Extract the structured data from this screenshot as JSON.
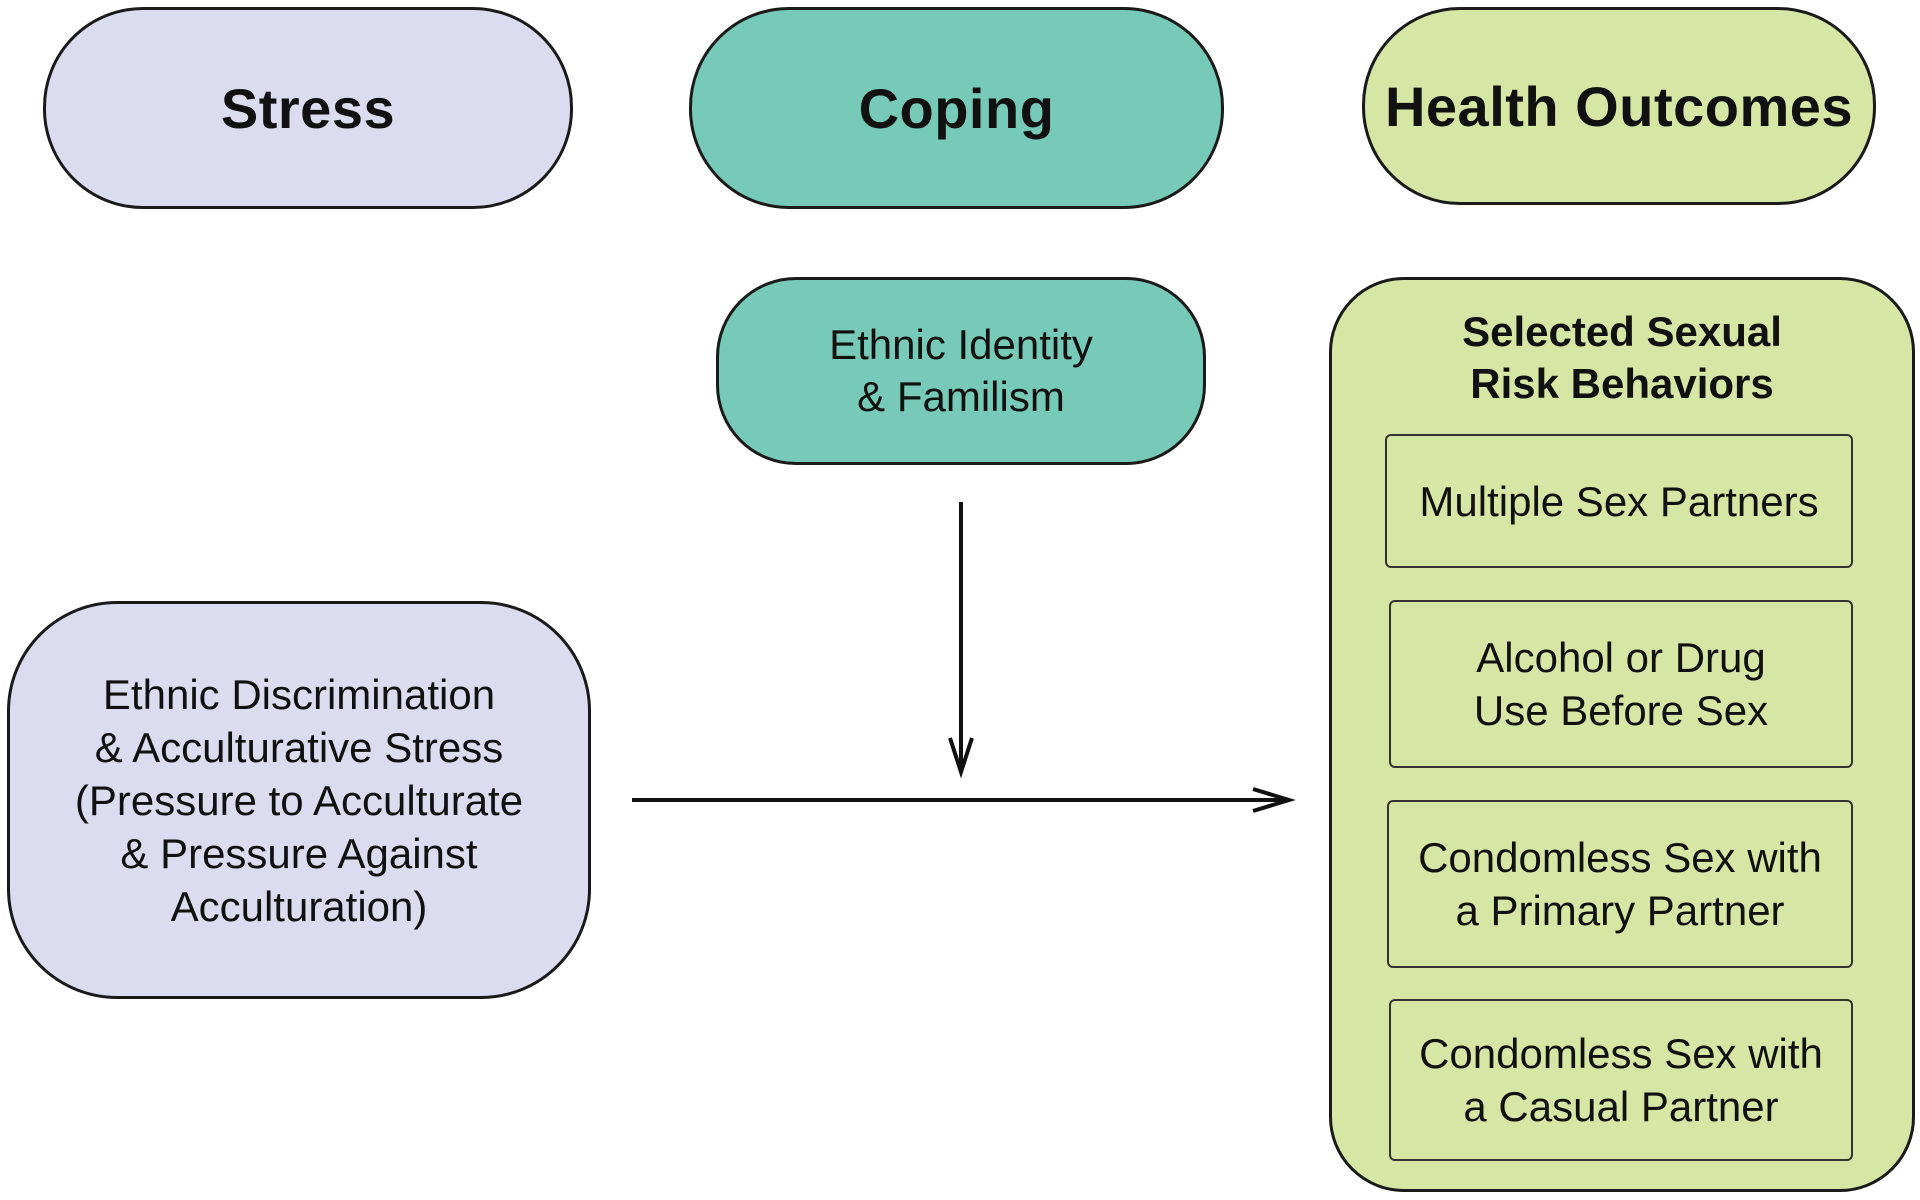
{
  "headers": {
    "stress": "Stress",
    "coping": "Coping",
    "health": "Health Outcomes"
  },
  "coping_node": {
    "lines": [
      "Ethnic Identity",
      "& Familism"
    ]
  },
  "stress_node": {
    "lines": [
      "Ethnic Discrimination",
      "& Acculturative Stress",
      "(Pressure to Acculturate",
      "& Pressure Against",
      "Acculturation)"
    ]
  },
  "outcomes": {
    "title_lines": [
      "Selected Sexual",
      "Risk Behaviors"
    ],
    "items": [
      {
        "lines": [
          "Multiple Sex Partners"
        ]
      },
      {
        "lines": [
          "Alcohol or Drug",
          "Use Before Sex"
        ]
      },
      {
        "lines": [
          "Condomless Sex with",
          "a Primary Partner"
        ]
      },
      {
        "lines": [
          "Condomless Sex with",
          "a Casual Partner"
        ]
      }
    ]
  },
  "colors": {
    "stress": "#dcdcf0",
    "coping": "#76cab7",
    "health": "#d6e6a4",
    "border": "#1a1a1a"
  }
}
